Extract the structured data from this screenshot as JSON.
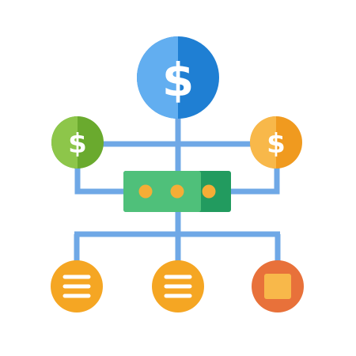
{
  "icon": {
    "semantic": "money-distribution-hierarchy-icon",
    "currency_symbol": "$",
    "colors": {
      "background": "#ffffff",
      "connector": "#6fa8e6",
      "top_coin_light": "#62aef0",
      "top_coin_dark": "#1f7fd3",
      "left_coin_light": "#8dc64a",
      "left_coin_dark": "#6aaa2e",
      "right_coin_light": "#f8b84a",
      "right_coin_dark": "#f09a1f",
      "bar_light": "#4fc07a",
      "bar_dark": "#229b5f",
      "bar_dot": "#f5ad36",
      "bottom_circle": "#f5a623",
      "bottom_circle_dark": "#e08b12",
      "bottom_right_circle": "#e8713a",
      "bottom_right_square": "#f8b84a",
      "line_glyph": "#ffffff"
    },
    "nodes": [
      {
        "role": "top-coin",
        "symbol": "$"
      },
      {
        "role": "left-coin",
        "symbol": "$"
      },
      {
        "role": "right-coin",
        "symbol": "$"
      },
      {
        "role": "dots-bar",
        "dots": 3
      },
      {
        "role": "bottom-list-left",
        "lines": 3
      },
      {
        "role": "bottom-list-center",
        "lines": 3
      },
      {
        "role": "bottom-square-right"
      }
    ]
  }
}
